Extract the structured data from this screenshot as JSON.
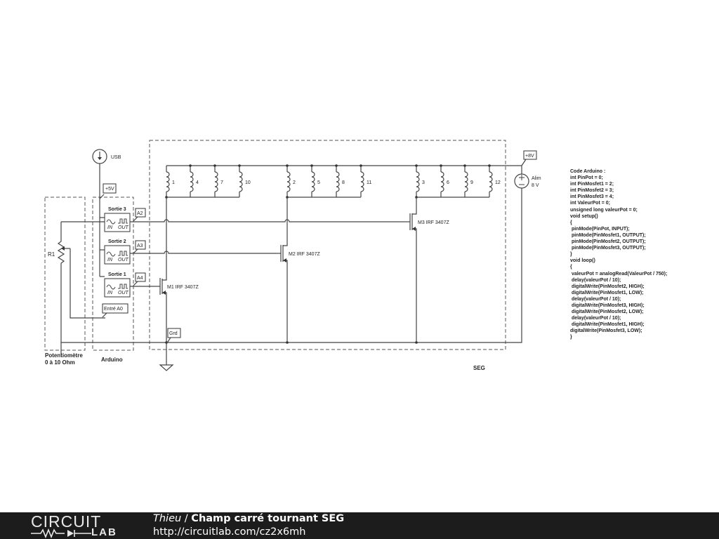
{
  "schematic": {
    "usb_label": "USB",
    "v5_label": "+5V",
    "outputs": [
      {
        "label": "Sortie 3",
        "pin": "A2"
      },
      {
        "label": "Sortie 2",
        "pin": "A3"
      },
      {
        "label": "Sortie 1",
        "pin": "A4"
      }
    ],
    "in_label": "IN",
    "out_label": "OUT",
    "input_label": "Entré A0",
    "resistor_label": "R1",
    "pot_caption_line1": "Potentiomètre",
    "pot_caption_line2": "0 à 10 Ohm",
    "arduino_caption": "Arduino",
    "ground_label": "Grd",
    "mosfets": [
      "M1 IRF 3407Z",
      "M2 IRF 3407Z",
      "M3 IRF 3407Z"
    ],
    "coils": [
      {
        "num": "1"
      },
      {
        "num": "4"
      },
      {
        "num": "7"
      },
      {
        "num": "10"
      },
      {
        "num": "2"
      },
      {
        "num": "5"
      },
      {
        "num": "8"
      },
      {
        "num": "11"
      },
      {
        "num": "3"
      },
      {
        "num": "6"
      },
      {
        "num": "9"
      },
      {
        "num": "12"
      }
    ],
    "supply_tag": "+8V",
    "supply_name": "Alim",
    "supply_value": "8 V",
    "seg_caption": "SEG"
  },
  "code": {
    "title": "Code Arduino :",
    "lines": [
      "int PinPot = 0;",
      "int PinMosfet1 = 2;",
      "int PinMosfet2 = 3;",
      "int PinMosfet3 = 4;",
      "int ValeurPot = 0;",
      "unsigned long valeurPot = 0;",
      "void setup()",
      "{",
      " pinMode(PinPot, INPUT);",
      " pinMode(PinMosfet1, OUTPUT);",
      " pinMode(PinMosfet2, OUTPUT);",
      " pinMode(PinMosfet3, OUTPUT);",
      "}",
      "void loop()",
      "{",
      " valeurPot = analogRead(ValeurPot / 750);",
      " delay(valeurPot / 10);",
      " digitalWrite(PinMosfet2, HIGH);",
      " digitalWrite(PinMosfet1, LOW);",
      " delay(valeurPot / 10);",
      " digitalWrite(PinMosfet3, HIGH);",
      " digitalWrite(PinMosfet2, LOW);",
      " delay(valeurPot / 10);",
      " digitalWrite(PinMosfet1, HIGH);",
      "digitalWrite(PinMosfet3, LOW);",
      "}"
    ]
  },
  "footer": {
    "logo_top": "CIRCUIT",
    "logo_bottom": "LAB",
    "author": "Thieu",
    "separator": " / ",
    "title": "Champ carré tournant SEG",
    "url": "http://circuitlab.com/cz2x6mh"
  }
}
